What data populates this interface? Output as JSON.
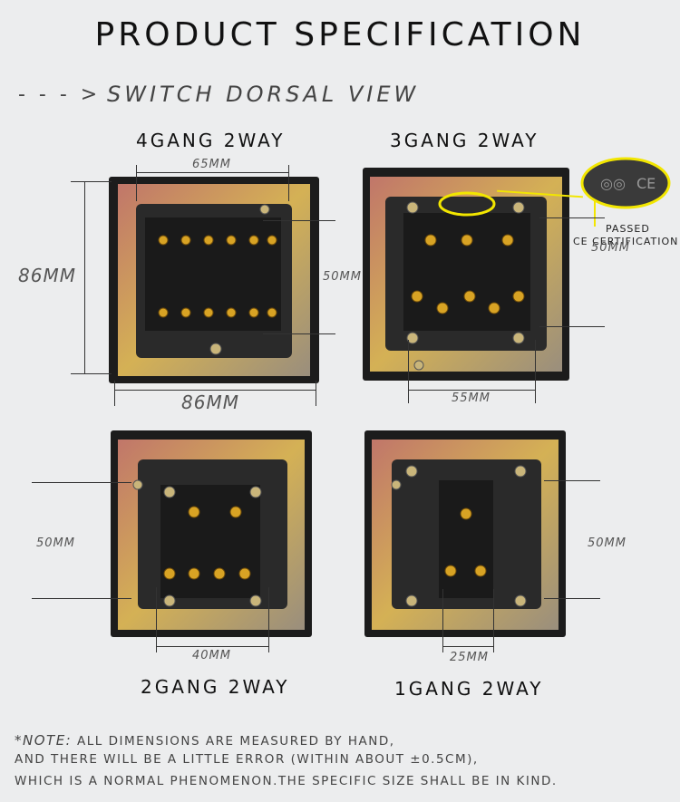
{
  "title": "PRODUCT SPECIFICATION",
  "subtitle_arrow": "- - - >",
  "subtitle": "SWITCH DORSAL VIEW",
  "panels": [
    {
      "label": "4GANG 2WAY",
      "width_dim": "65MM",
      "height_dim": "50MM",
      "outer_h": "86MM",
      "outer_w": "86MM"
    },
    {
      "label": "3GANG 2WAY",
      "width_dim": "55MM",
      "height_dim": "50MM",
      "badge": "PASSED\nCE CERTIFICATION",
      "badge_line1": "PASSED",
      "badge_line2": "CE CERTIFICATION"
    },
    {
      "label": "2GANG 2WAY",
      "width_dim": "40MM",
      "height_dim": "50MM"
    },
    {
      "label": "1GANG 2WAY",
      "width_dim": "25MM",
      "height_dim": "50MM"
    }
  ],
  "note": {
    "prefix": "*NOTE:",
    "line1": "ALL DIMENSIONS ARE MEASURED BY HAND,",
    "line2": "AND THERE WILL BE A LITTLE ERROR (WITHIN ABOUT ±0.5CM),",
    "line3": "WHICH IS A NORMAL PHENOMENON.THE SPECIFIC SIZE SHALL BE IN KIND."
  },
  "colors": {
    "plate_gold": "#c9a24a",
    "frame_black": "#1c1c1c",
    "circle_yellow": "#f2e600"
  }
}
